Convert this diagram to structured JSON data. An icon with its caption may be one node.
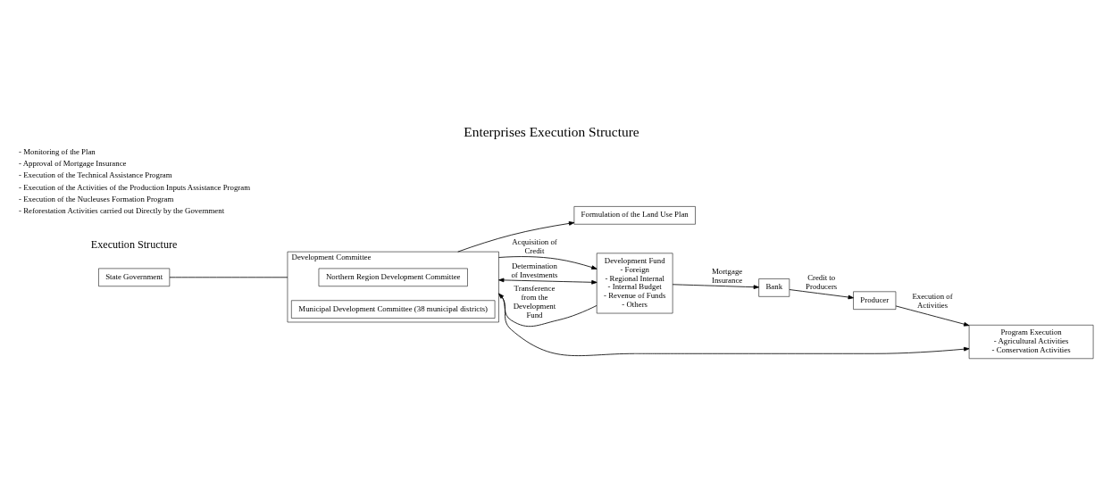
{
  "diagram": {
    "title": "Enterprises Execution Structure",
    "nodes": [
      {
        "text": [
          "State Government"
        ]
      },
      {
        "text": [
          "Development Committee"
        ]
      },
      {
        "text": [
          "Northern Region Development Committee"
        ],
        "in": 1
      },
      {
        "text": [
          "Municipal Development Committee (38 municipal districts)"
        ],
        "in": 1
      },
      {
        "text": [
          "Formulation of the Land Use Plan"
        ]
      },
      {
        "text": [
          "Development Fund",
          "- Foreign",
          "- Regional Internal",
          "- Internal Budget",
          "- Revenue of Funds",
          "- Others"
        ]
      },
      {
        "text": [
          "Bank"
        ]
      },
      {
        "text": [
          "Producer"
        ]
      },
      {
        "text": [
          "Program Execution",
          "- Agricultural Activities",
          "- Conservation Activities"
        ]
      }
    ],
    "edges": [
      {
        "from": 0,
        "to": 1,
        "arrow": "none"
      },
      {
        "from": 1,
        "to": 4,
        "arrow": "to"
      },
      {
        "from": 1,
        "to": 5,
        "arrow": "to",
        "label": "Acquisition of Credit"
      },
      {
        "from": 1,
        "to": 5,
        "arrow": "both",
        "label": "Determination of Investments"
      },
      {
        "from": 5,
        "to": 1,
        "arrow": "to",
        "label": "Transference from the Development Fund"
      },
      {
        "from": 1,
        "to": 8,
        "arrow": "to"
      },
      {
        "from": 5,
        "to": 6,
        "arrow": "to",
        "label": "Mortgage Insurance"
      },
      {
        "from": 6,
        "to": 7,
        "arrow": "to",
        "label": "Credit to Producers"
      },
      {
        "from": 7,
        "to": 8,
        "arrow": "to",
        "label": "Execution of Activities"
      }
    ],
    "labels": [
      "Execution Structure",
      "- Monitoring of the Plan",
      "- Approval of Mortgage Insurance",
      "- Execution of the Technical Assistance Program",
      "- Execution of the Activities of the Production Inputs Assistance Program",
      "- Execution of the Nucleuses Formation Program",
      "- Reforestation Activities carried out Directly by the Government"
    ]
  }
}
